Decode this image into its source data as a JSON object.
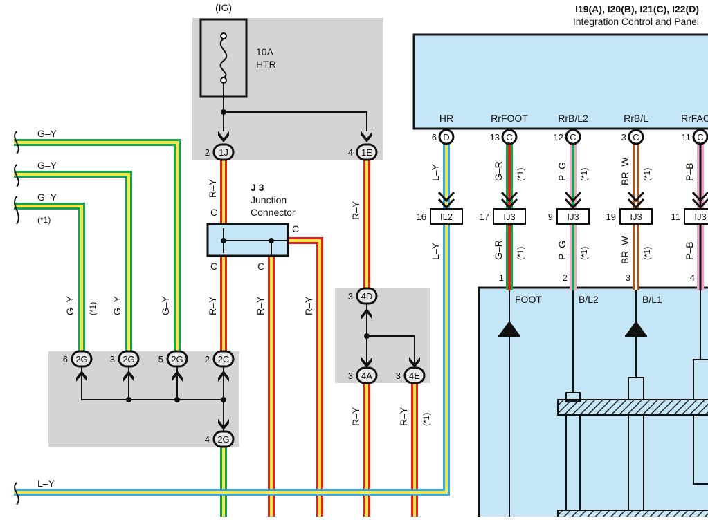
{
  "fuse": {
    "label_top": "(IG)",
    "rating": "10A",
    "name": "HTR"
  },
  "junction_connector": {
    "code": "J 3",
    "name_line1": "Junction",
    "name_line2": "Connector",
    "pin_c": "C"
  },
  "ecu": {
    "codes": "I19(A), I20(B), I21(C), I22(D)",
    "name": "Integration Control and Panel",
    "terminals": [
      "HR",
      "RrFOOT",
      "RrB/L2",
      "RrB/L",
      "RrFAC"
    ],
    "inner_labels": [
      "FOOT",
      "B/L2",
      "B/L1"
    ]
  },
  "connectors": {
    "ig_1j": {
      "pin": "2",
      "code": "1J"
    },
    "ig_1e": {
      "pin": "4",
      "code": "1E"
    },
    "ground_2g_6": {
      "pin": "6",
      "code": "2G"
    },
    "ground_2g_3": {
      "pin": "3",
      "code": "2G"
    },
    "ground_2g_5": {
      "pin": "5",
      "code": "2G"
    },
    "ground_2c": {
      "pin": "2",
      "code": "2C"
    },
    "ground_2g_4": {
      "pin": "4",
      "code": "2G"
    },
    "j_4d": {
      "pin": "3",
      "code": "4D"
    },
    "j_4a": {
      "pin": "3",
      "code": "4A"
    },
    "j_4e": {
      "pin": "3",
      "code": "4E"
    },
    "ecu_d": {
      "pin": "6",
      "code": "D"
    },
    "ecu_c13": {
      "pin": "13",
      "code": "C"
    },
    "ecu_c12": {
      "pin": "12",
      "code": "C"
    },
    "ecu_c3": {
      "pin": "3",
      "code": "C"
    },
    "ecu_c11": {
      "pin": "11",
      "code": "C"
    }
  },
  "il_connectors": [
    {
      "pin": "16",
      "code": "IL2"
    },
    {
      "pin": "17",
      "code": "IJ3"
    },
    {
      "pin": "9",
      "code": "IJ3"
    },
    {
      "pin": "19",
      "code": "IJ3"
    },
    {
      "pin": "11",
      "code": "IJ3"
    }
  ],
  "ecu_pins": [
    "1",
    "2",
    "3",
    "4"
  ],
  "wires": {
    "gy": "G–Y",
    "ly": "L–Y",
    "ry": "R–Y",
    "gr": "G–R",
    "pg": "P–G",
    "brw": "BR–W",
    "pb": "P–B",
    "c": "C",
    "note": "(*1)"
  },
  "colors": {
    "shade": "#d4d4d4",
    "ecu_fill": "#c5e6f6",
    "red": "#e2231a",
    "yellow": "#f6e64a",
    "green": "#16a34a",
    "blue": "#35a8de",
    "pink": "#f2a6cc",
    "brown": "#a0582c",
    "white": "#ffffff"
  }
}
